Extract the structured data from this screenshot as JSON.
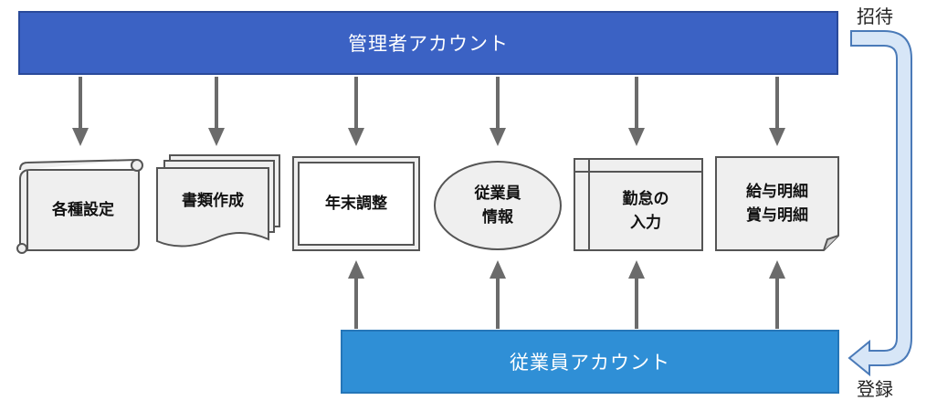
{
  "admin_account": "管理者アカウント",
  "employee_account": "従業員アカウント",
  "invite_label": "招待",
  "register_label": "登録",
  "nodes": {
    "settings": "各種設定",
    "documents": "書類作成",
    "year_end": "年末調整",
    "employee_info": "従業員\n情報",
    "attendance": "勤怠の\n入力",
    "payslip": "給与明細\n賞与明細"
  },
  "colors": {
    "admin_bar": "#3b62c4",
    "employee_bar": "#2f8fd6",
    "node_fill": "#efefef",
    "arrow": "#6b6b6b",
    "invite_arrow": "#d7e6f7"
  }
}
